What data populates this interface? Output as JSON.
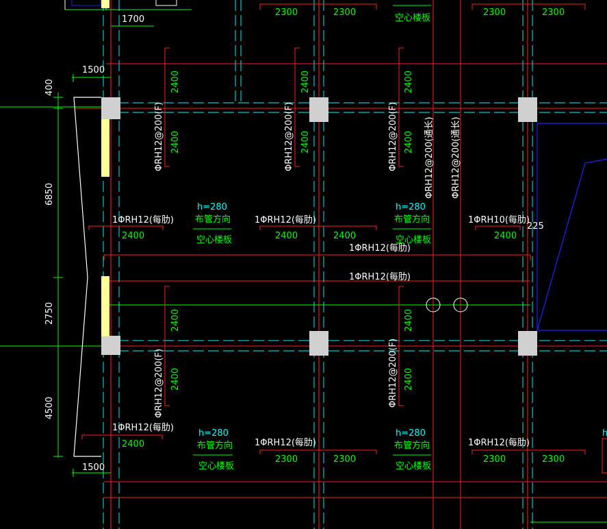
{
  "colors": {
    "background": "#000000",
    "axis_red": "#ff2020",
    "wall_cyan": "#00c8c8",
    "dim_green": "#00ff00",
    "text_white": "#ffffff",
    "text_green": "#00ff00",
    "text_cyan": "#00ffff",
    "column_gray": "#d0d0d0",
    "outline_blue": "#2020ff",
    "yellow_mark": "#ffff99"
  },
  "dimensions": {
    "d_1700": "1700",
    "d_1500_top": "1500",
    "d_1500_bottom": "1500",
    "d_400": "400",
    "d_6850": "6850",
    "d_2750": "2750",
    "d_4500": "4500",
    "d_225": "225"
  },
  "top_labels": {
    "t1": "2300",
    "t2": "2300",
    "t3": "空心楼板",
    "t4": "2300",
    "t5": "2300"
  },
  "rebar_vertical": {
    "v1": "ΦRH12@200(F)",
    "v2": "ΦRH12@200(F)",
    "v3": "ΦRH12@200(F)",
    "v4": "ΦRH12@200(通长)",
    "v5": "ΦRH12@200(通长)",
    "v6": "ΦRH12@200(F)",
    "v7": "ΦRH12@200(F)"
  },
  "lengths_vertical": {
    "a1": "2400",
    "a2": "2400",
    "a3": "2400",
    "a4": "2400",
    "a5": "2400",
    "a6": "2400",
    "a7": "2400",
    "a8": "2400",
    "a9": "2400",
    "a10": "2400"
  },
  "rib_labels": {
    "r1": "1ΦRH12(每肋)",
    "r2": "1ΦRH12(每肋)",
    "r3": "1ΦRH10(每肋)",
    "r4": "1ΦRH12(每肋)",
    "r5": "1ΦRH12(每肋)",
    "r6": "1ΦRH12(每肋)",
    "r7": "1ΦRH12(每肋)",
    "r8": "1ΦRH12(每肋)"
  },
  "lengths_horizontal": {
    "m1": "2400",
    "m2": "2400",
    "m3": "2400",
    "m4": "2400",
    "b1": "2400",
    "b2": "2300",
    "b3": "2300",
    "b4": "2300",
    "b5": "2300"
  },
  "slab_tags": {
    "h1": "h=280",
    "h2": "h=280",
    "h3": "h=280",
    "h4": "h=280",
    "h5": "h"
  },
  "slab_direction": {
    "d1": "布管方向",
    "d2": "布管方向",
    "d3": "布管方向",
    "d4": "布管方向"
  },
  "slab_type": {
    "s1": "空心楼板",
    "s2": "空心楼板",
    "s3": "空心楼板",
    "s4": "空心楼板"
  }
}
